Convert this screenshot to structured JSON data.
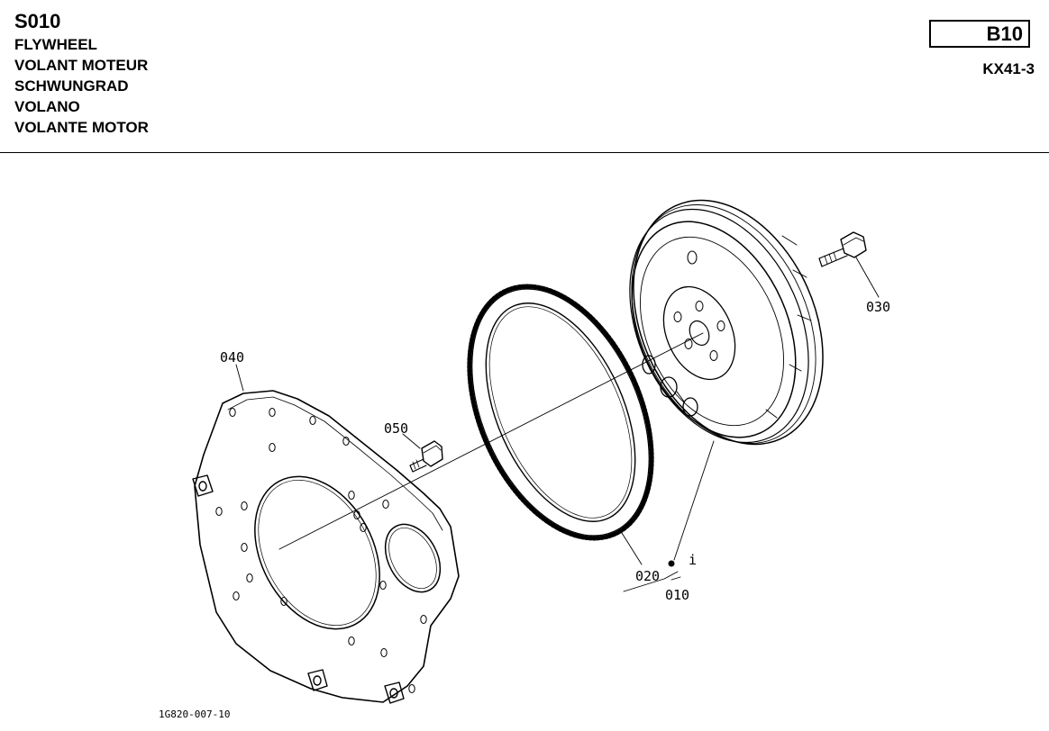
{
  "header": {
    "section_code": "S010",
    "titles": [
      "FLYWHEEL",
      "VOLANT MOTEUR",
      "SCHWUNGRAD",
      "VOLANO",
      "VOLANTE MOTOR"
    ],
    "page_ref": "B10",
    "model": "KX41-3"
  },
  "diagram": {
    "callouts": {
      "p010": "010",
      "p020": "020",
      "p030": "030",
      "p040": "040",
      "p050": "050",
      "marker": "i"
    },
    "drawing_code": "1G820-007-10"
  }
}
